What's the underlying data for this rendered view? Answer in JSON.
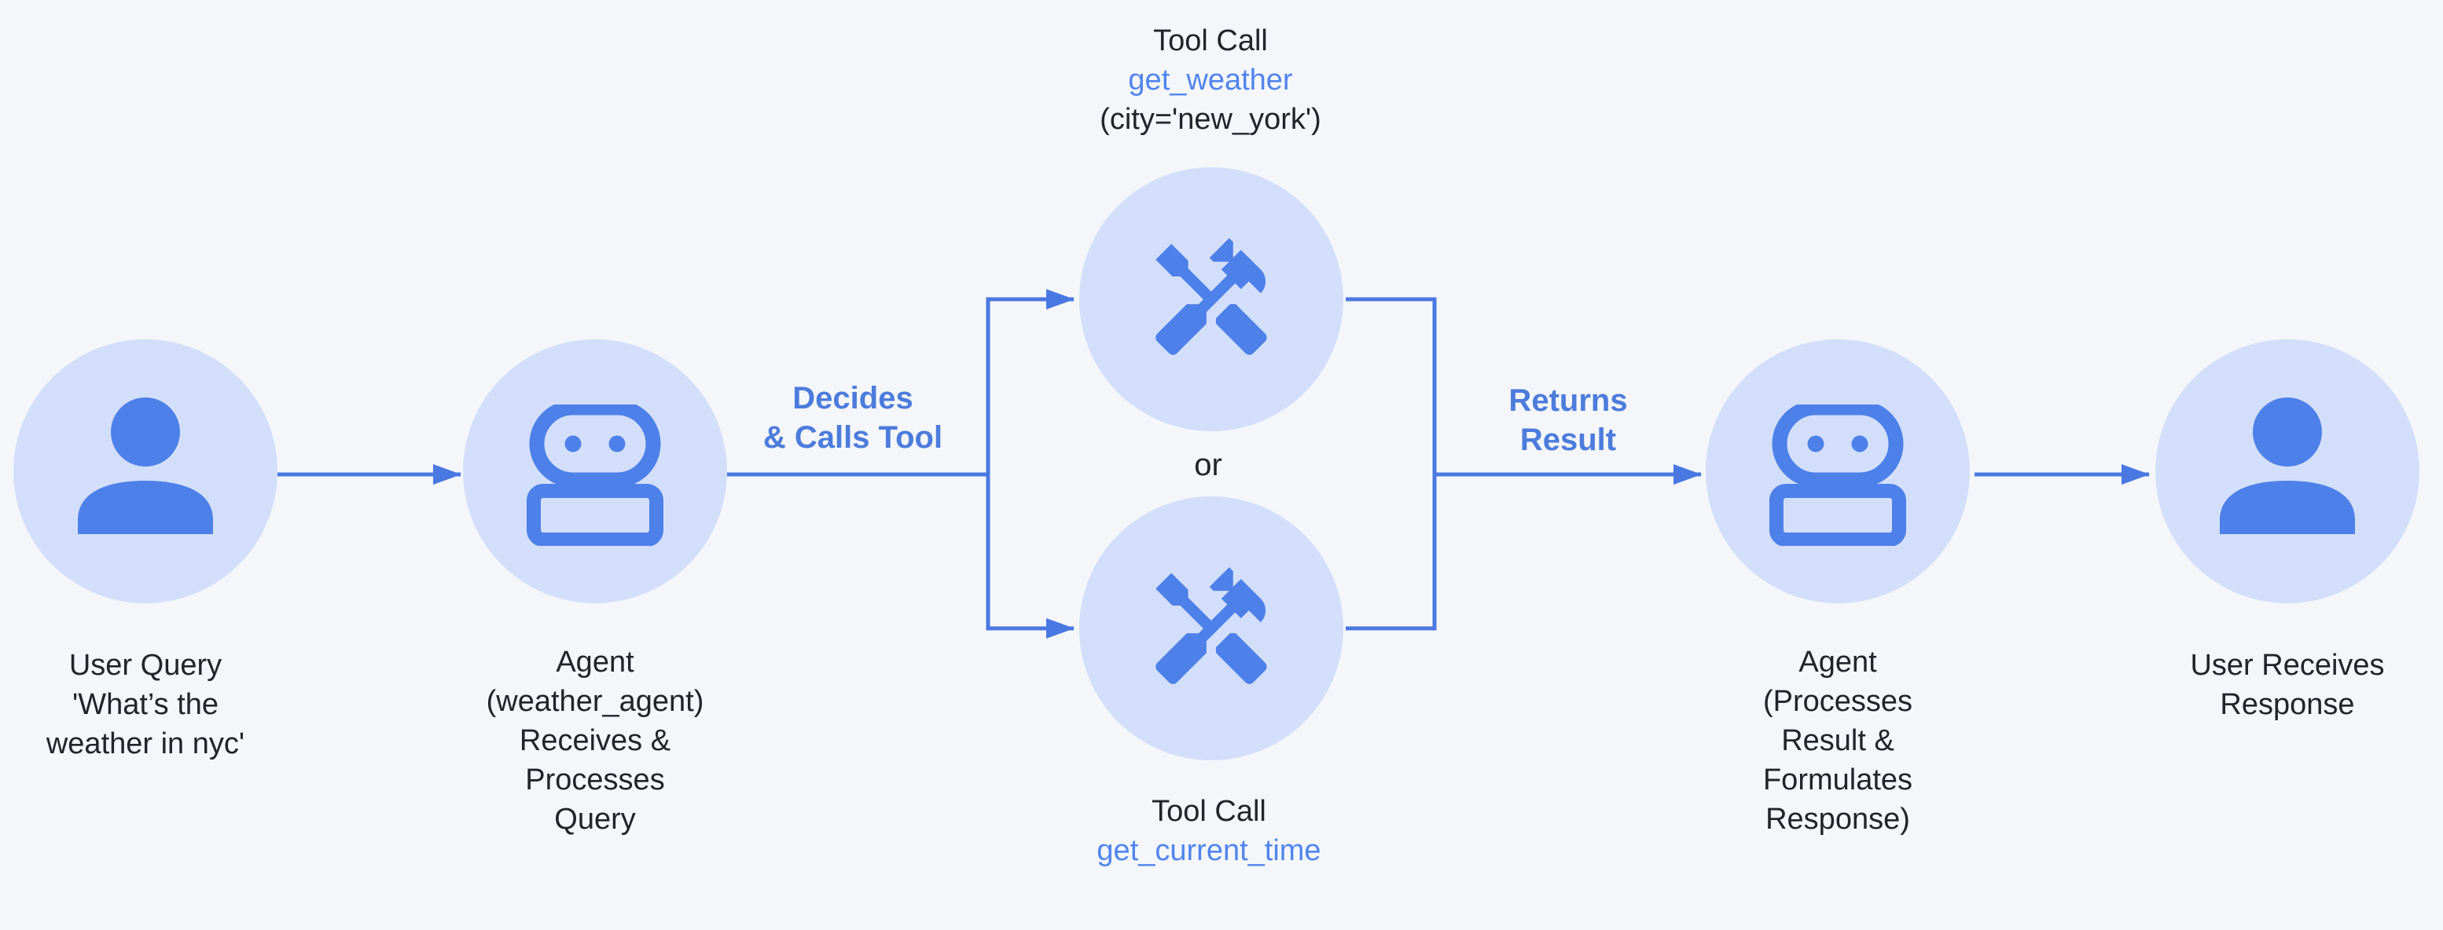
{
  "colors": {
    "background": "#f4f6f9",
    "node_circle_fill": "#d3dffa",
    "icon_blue": "#4d80e8",
    "arrow_blue": "#4a78e2",
    "tool_name_blue": "#5185ec",
    "edge_label_blue": "#4c7cdc",
    "text_dark": "#212429"
  },
  "nodes": {
    "user_query": {
      "icon": "person-icon",
      "lines": [
        "User Query",
        "'What’s the",
        "weather in nyc'"
      ]
    },
    "agent_in": {
      "icon": "robot-icon",
      "lines": [
        "Agent",
        "(weather_agent)",
        "Receives &",
        "Processes",
        "Query"
      ]
    },
    "tool_weather": {
      "icon": "tools-icon",
      "lines": [
        "Tool Call",
        "get_weather",
        "(city='new_york')"
      ]
    },
    "tool_time": {
      "icon": "tools-icon",
      "lines": [
        "Tool Call",
        "get_current_time"
      ]
    },
    "agent_out": {
      "icon": "robot-icon",
      "lines": [
        "Agent",
        "(Processes",
        "Result &",
        "Formulates",
        "Response)"
      ]
    },
    "user_response": {
      "icon": "person-icon",
      "lines": [
        "User Receives",
        "Response"
      ]
    }
  },
  "edge_labels": {
    "decides": [
      "Decides",
      "& Calls Tool"
    ],
    "returns": [
      "Returns",
      "Result"
    ],
    "or": "or"
  }
}
